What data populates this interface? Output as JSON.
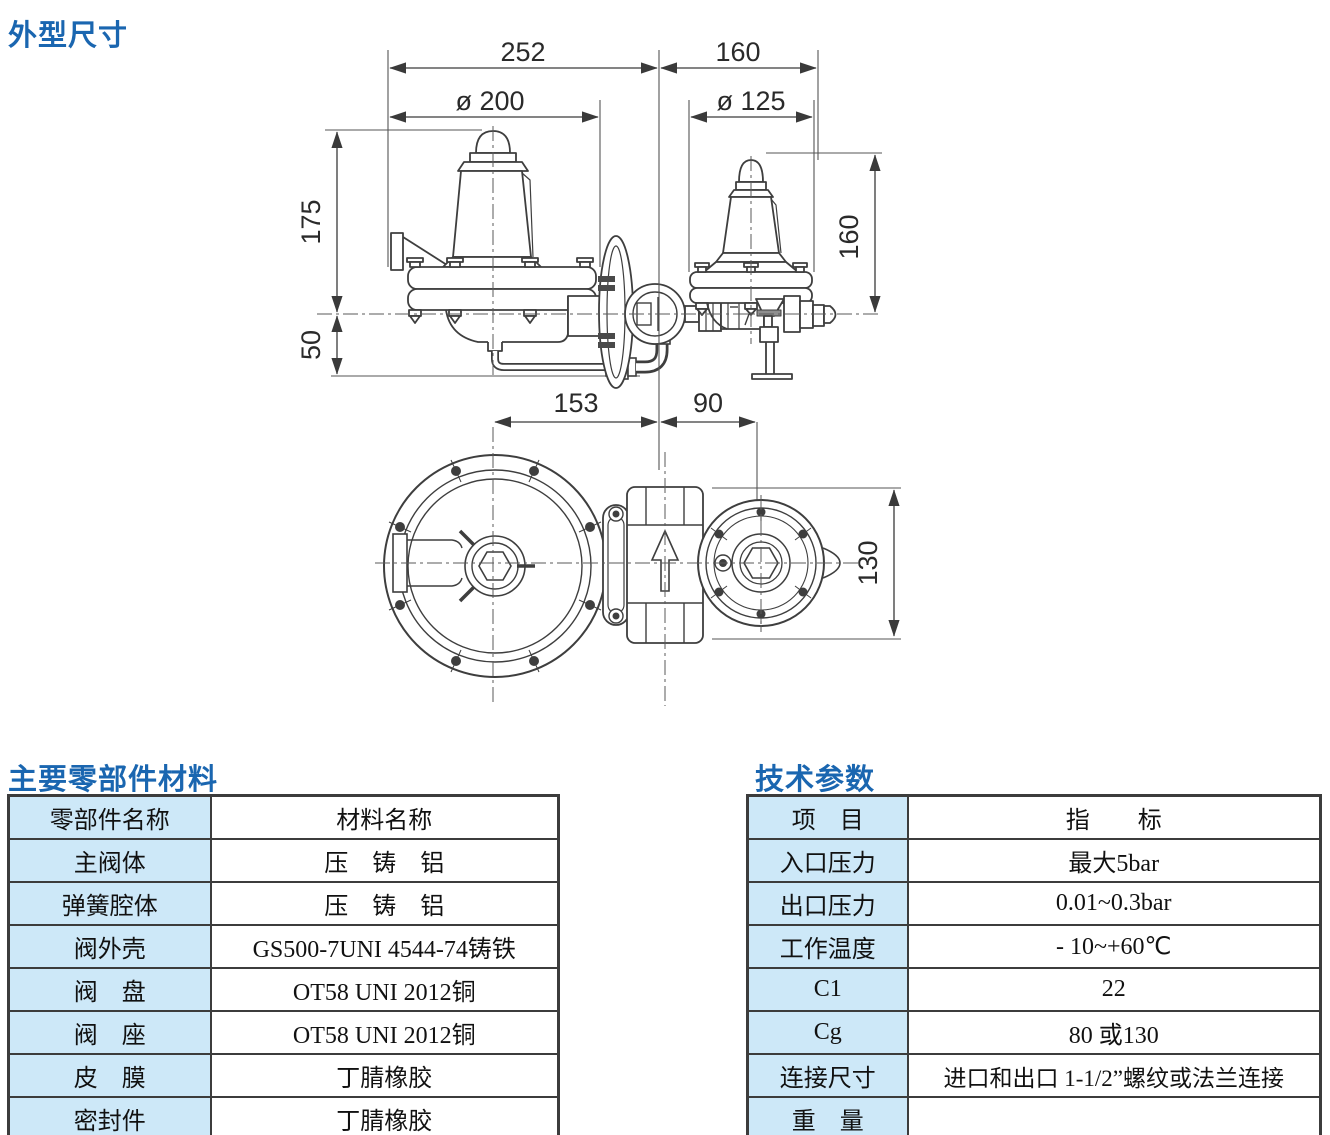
{
  "page_title": "外型尺寸",
  "drawing": {
    "dimensions": {
      "top_width_left": "252",
      "top_width_right": "160",
      "dia_large": "ø 200",
      "dia_small": "ø 125",
      "height_upper": "175",
      "height_lower": "50",
      "height_right": "160",
      "bottom_left": "153",
      "bottom_right": "90",
      "bottom_height": "130"
    }
  },
  "materials_table": {
    "title": "主要零部件材料",
    "headers": [
      "零部件名称",
      "材料名称"
    ],
    "rows": [
      [
        "主阀体",
        "压　铸　铝"
      ],
      [
        "弹簧腔体",
        "压　铸　铝"
      ],
      [
        "阀外壳",
        "GS500-7UNI  4544-74铸铁"
      ],
      [
        "阀　盘",
        "OT58 UNI  2012铜"
      ],
      [
        "阀　座",
        "OT58 UNI  2012铜"
      ],
      [
        "皮　膜",
        "丁腈橡胶"
      ],
      [
        "密封件",
        "丁腈橡胶"
      ]
    ]
  },
  "specs_table": {
    "title": "技术参数",
    "headers": [
      "项　目",
      "指　　标"
    ],
    "rows": [
      [
        "入口压力",
        "最大5bar"
      ],
      [
        "出口压力",
        "0.01~0.3bar"
      ],
      [
        "工作温度",
        "- 10~+60℃"
      ],
      [
        "C1",
        "22"
      ],
      [
        "Cg",
        "80 或130"
      ],
      [
        "连接尺寸",
        "进口和出口 1-1/2”螺纹或法兰连接"
      ],
      [
        "重　量",
        ""
      ]
    ]
  },
  "colors": {
    "accent_blue": "#1a66b0",
    "cell_blue": "#cde8f8",
    "line_dark": "#3c3c3c"
  }
}
